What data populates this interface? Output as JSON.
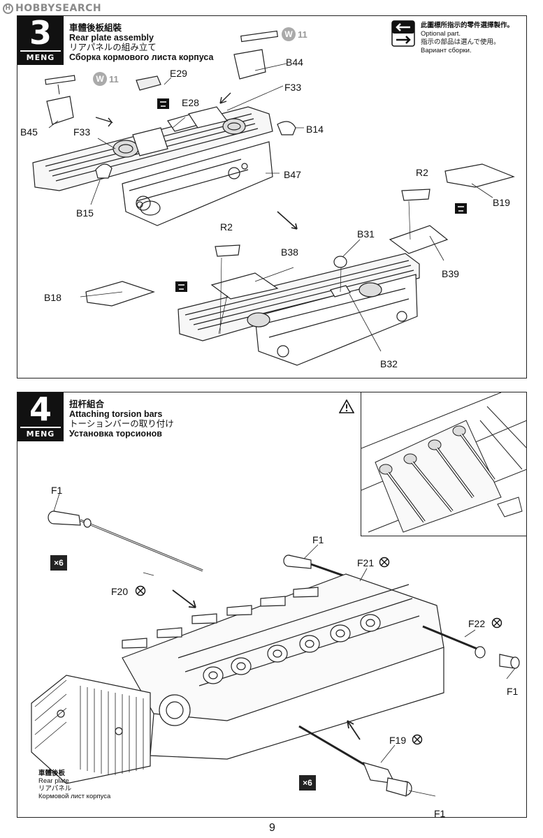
{
  "watermark": {
    "text": "HOBBYSEARCH",
    "badge": "H"
  },
  "brand": "MENG",
  "steps": [
    {
      "number": "3",
      "title_zh": "車體後板組裝",
      "title_en": "Rear plate assembly",
      "title_ja": "リアパネルの組み立て",
      "title_ru": "Сборка кормового листа корпуса",
      "optional": {
        "zh": "此圖標所指示的零件選擇製作。",
        "en": "Optional part.",
        "ja": "指示の部品は選んで使用。",
        "ru": "Вариант сборки."
      },
      "w_tag": "11",
      "w_letter": "W",
      "labels": {
        "B44": "B44",
        "E29": "E29",
        "F33a": "F33",
        "E28": "E28",
        "B45": "B45",
        "F33b": "F33",
        "B14": "B14",
        "B47": "B47",
        "R2a": "R2",
        "B19": "B19",
        "B15": "B15",
        "R2b": "R2",
        "B31": "B31",
        "B38": "B38",
        "B39": "B39",
        "B18": "B18",
        "B32": "B32"
      }
    },
    {
      "number": "4",
      "title_zh": "扭杆組合",
      "title_en": "Attaching torsion bars",
      "title_ja": "トーションバーの取り付け",
      "title_ru": "Установка торсионов",
      "multiplier": "×6",
      "labels": {
        "F1a": "F1",
        "F1b": "F1",
        "F21": "F21",
        "F20": "F20",
        "F22": "F22",
        "F1c": "F1",
        "F19": "F19",
        "F1d": "F1"
      },
      "rear_plate": {
        "zh": "車體後板",
        "en": "Rear plate",
        "ja": "リアパネル",
        "ru": "Кормовой лист корпуса"
      }
    }
  ],
  "page_number": "9"
}
